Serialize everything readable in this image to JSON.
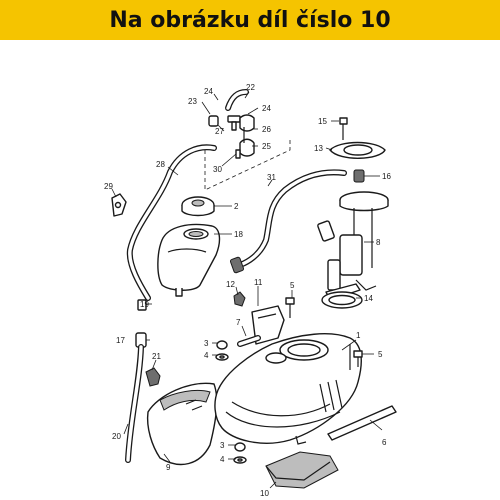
{
  "header": {
    "title": "Na obrázku díl číslo 10"
  },
  "callouts": {
    "n1": "1",
    "n2": "2",
    "n3a": "3",
    "n3b": "3",
    "n4a": "4",
    "n4b": "4",
    "n5": "5",
    "n6": "6",
    "n7": "7",
    "n8": "8",
    "n9": "9",
    "n10": "10",
    "n11": "11",
    "n12": "12",
    "n13": "13",
    "n14": "14",
    "n15": "15",
    "n16": "16",
    "n17": "17",
    "n18": "18",
    "n19": "19",
    "n20": "20",
    "n21": "21",
    "n22": "22",
    "n23": "23",
    "n24a": "24",
    "n24b": "24",
    "n25": "25",
    "n26": "26",
    "n27": "27",
    "n28": "28",
    "n29": "29",
    "n30": "30",
    "n31": "31"
  },
  "colors": {
    "banner": "#f5c400",
    "ink": "#1a1a1a",
    "highlight_part": "#bdbdbd"
  }
}
